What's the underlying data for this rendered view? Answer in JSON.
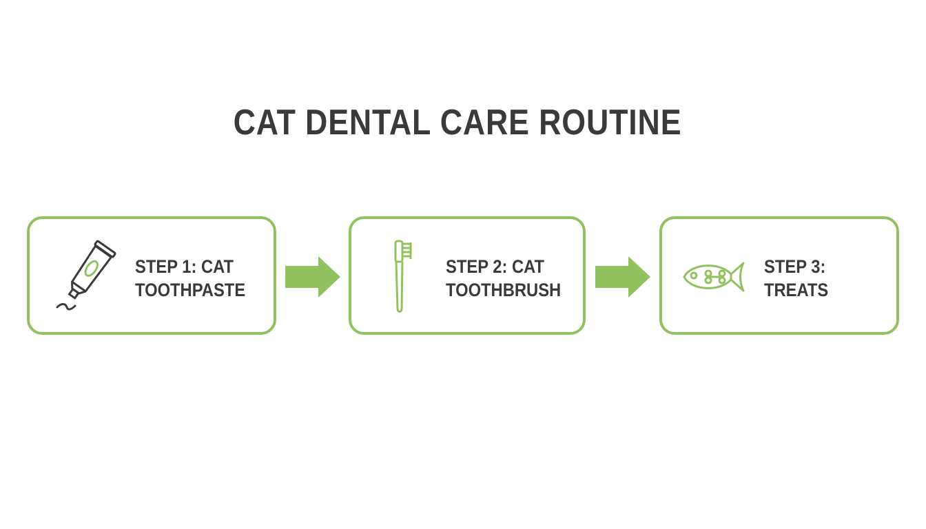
{
  "title": "CAT DENTAL CARE ROUTINE",
  "accent_color": "#92c260",
  "text_color": "#3a3a3a",
  "steps": [
    {
      "line1": "STEP 1: CAT",
      "line2": "TOOTHPASTE",
      "icon": "toothpaste-tube-icon"
    },
    {
      "line1": "STEP 2: CAT",
      "line2": "TOOTHBRUSH",
      "icon": "toothbrush-icon"
    },
    {
      "line1": "STEP 3:",
      "line2": "TREATS",
      "icon": "fish-treat-icon"
    }
  ],
  "connectors": [
    "arrow-right-icon",
    "arrow-right-icon"
  ]
}
